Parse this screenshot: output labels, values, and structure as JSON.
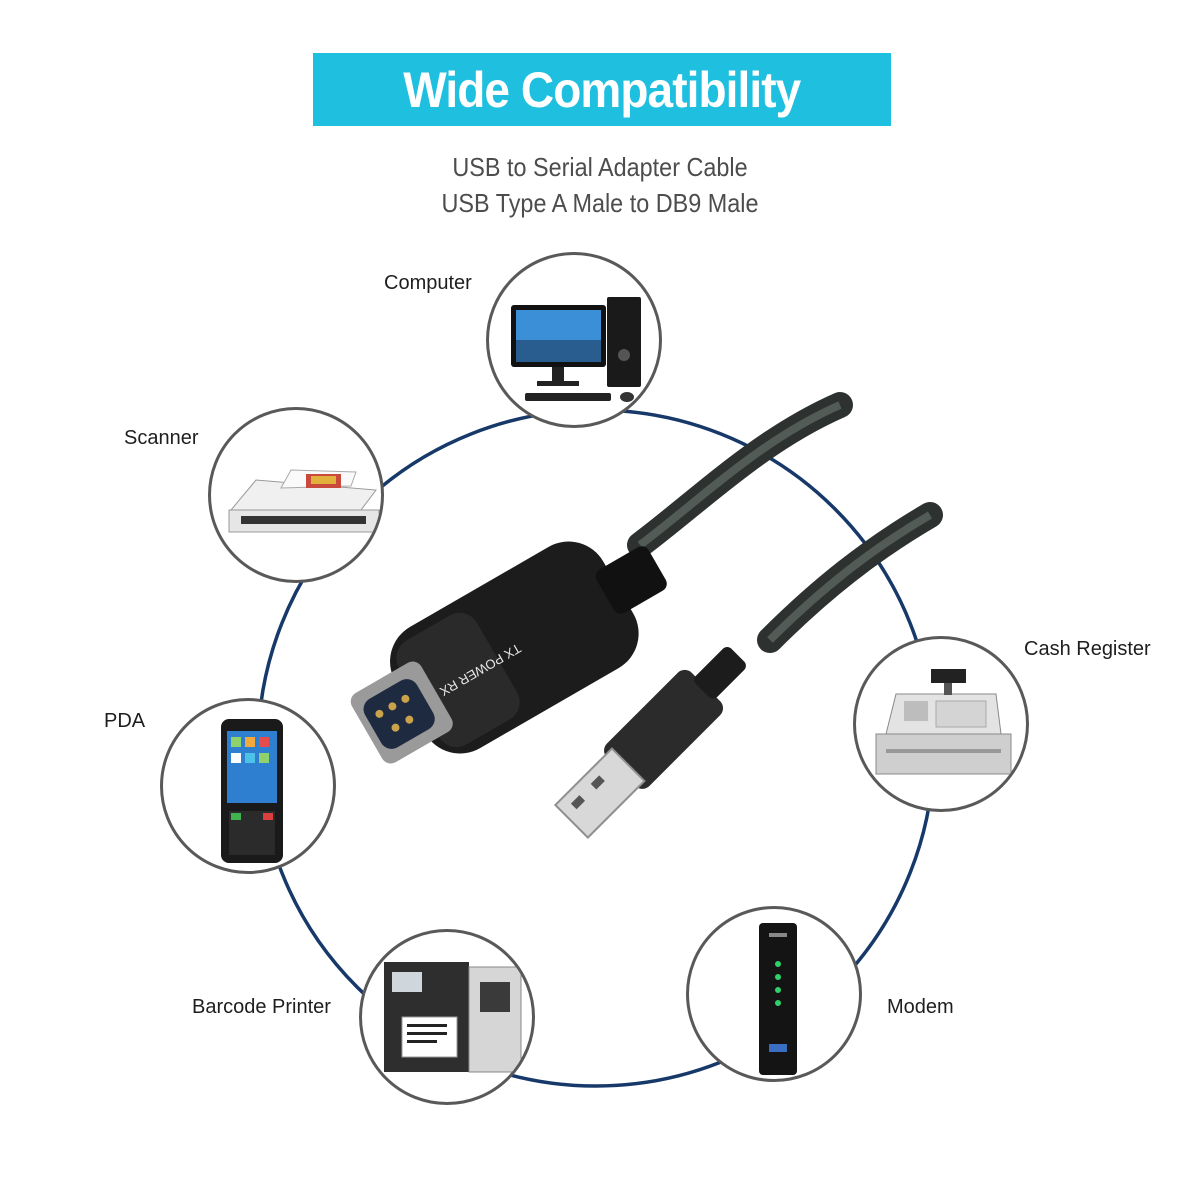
{
  "banner": {
    "title": "Wide Compatibility"
  },
  "subtitle": {
    "line1": "USB to Serial Adapter Cable",
    "line2": "USB Type A Male to DB9 Male"
  },
  "devices": {
    "computer": {
      "label": "Computer",
      "icon": "desktop-computer"
    },
    "scanner": {
      "label": "Scanner",
      "icon": "flatbed-scanner"
    },
    "pda": {
      "label": "PDA",
      "icon": "handheld-pda"
    },
    "barcode_printer": {
      "label": "Barcode Printer",
      "icon": "label-printer"
    },
    "modem": {
      "label": "Modem",
      "icon": "cable-modem"
    },
    "cash_register": {
      "label": "Cash Register",
      "icon": "cash-register"
    }
  },
  "product": {
    "icon": "usb-to-db9-cable",
    "connector_marking": "TX POWER RX"
  },
  "colors": {
    "banner": "#1fbfe0",
    "ring": "#17396a",
    "circle_border": "#595959"
  }
}
